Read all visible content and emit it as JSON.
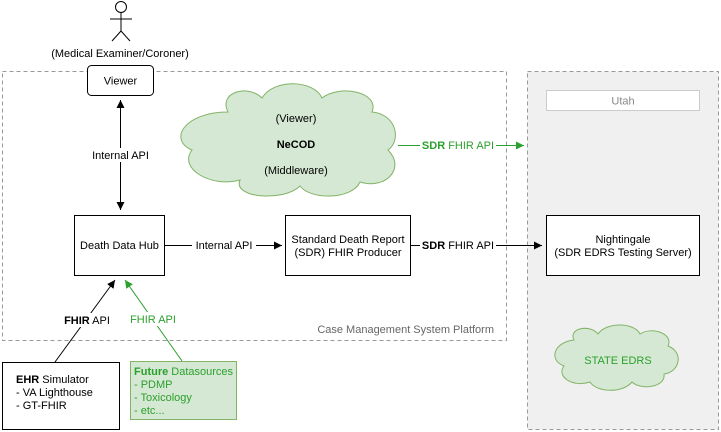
{
  "actor": {
    "label": "(Medical Examiner/Coroner)"
  },
  "platform_label": "Case Management System Platform",
  "utah": {
    "label": "Utah"
  },
  "viewer": {
    "label": "Viewer"
  },
  "necod": {
    "line1": "(Viewer)",
    "line2": "NeCOD",
    "line3": "(Middleware)"
  },
  "death_data_hub": {
    "label": "Death Data Hub"
  },
  "sdr_producer": {
    "line1": "Standard Death Report",
    "line2": "(SDR) FHIR Producer"
  },
  "nightingale": {
    "line1": "Nightingale",
    "line2": "(SDR EDRS Testing Server)"
  },
  "state_edrs": {
    "label": "STATE EDRS"
  },
  "edges": {
    "viewer_hub": "Internal API",
    "hub_producer": "Internal API",
    "producer_nightingale": {
      "bold": "SDR",
      "rest": " FHIR API"
    },
    "necod_utah": {
      "bold": "SDR",
      "rest": " FHIR API"
    },
    "ehr_hub": {
      "bold": "FHIR",
      "rest": " API"
    },
    "future_hub": "FHIR API"
  },
  "ehr": {
    "title_bold": "EHR",
    "title_rest": " Simulator",
    "items": [
      "- VA Lighthouse",
      "- GT-FHIR"
    ]
  },
  "future": {
    "title_bold": "Future",
    "title_rest": " Datasources",
    "items": [
      "- PDMP",
      "- Toxicology",
      "- etc..."
    ]
  },
  "colors": {
    "green": "#2ca02c",
    "cloud_fill": "#d5e8d4",
    "cloud_stroke": "#82b366",
    "utah_bg": "#f0f0f0",
    "dashed": "#999999"
  }
}
